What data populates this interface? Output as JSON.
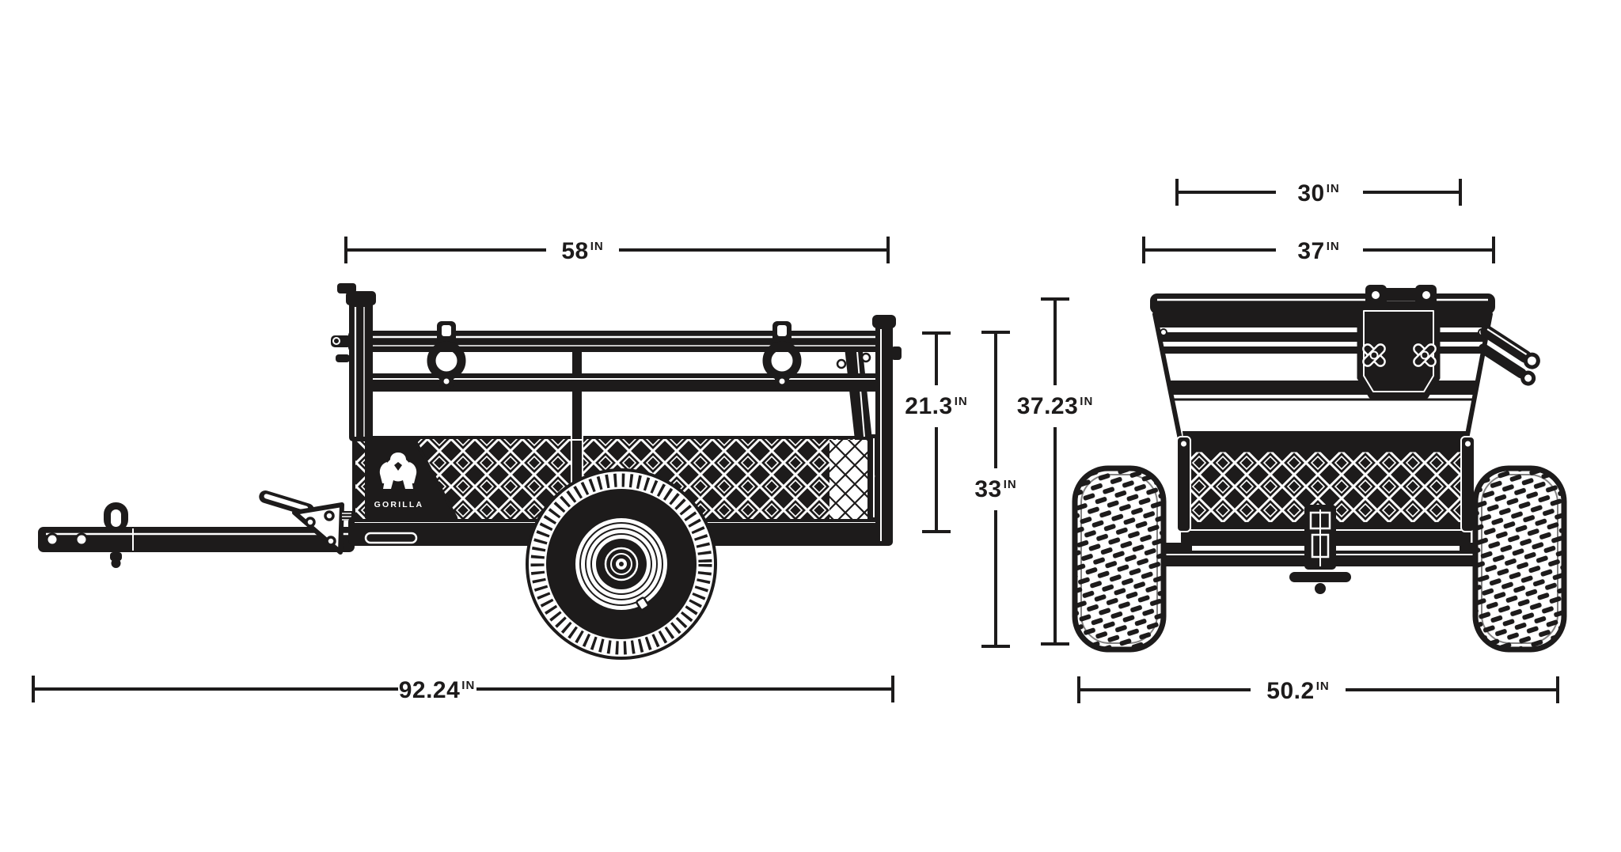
{
  "diagram": {
    "subject": "utility-trailer-dimension-diagram",
    "unit": "IN"
  },
  "colors": {
    "ink": "#1d1b1b",
    "background": "#ffffff"
  },
  "brand": {
    "logo_text": "GORILLA"
  },
  "dims": {
    "side_top_width": {
      "value": "58",
      "unit": "IN"
    },
    "bed_height": {
      "value": "21.3",
      "unit": "IN"
    },
    "deck_height": {
      "value": "33",
      "unit": "IN"
    },
    "overall_height": {
      "value": "37.23",
      "unit": "IN"
    },
    "overall_length": {
      "value": "92.24",
      "unit": "IN"
    },
    "front_inner_width": {
      "value": "30",
      "unit": "IN"
    },
    "front_top_width": {
      "value": "37",
      "unit": "IN"
    },
    "overall_width": {
      "value": "50.2",
      "unit": "IN"
    }
  }
}
